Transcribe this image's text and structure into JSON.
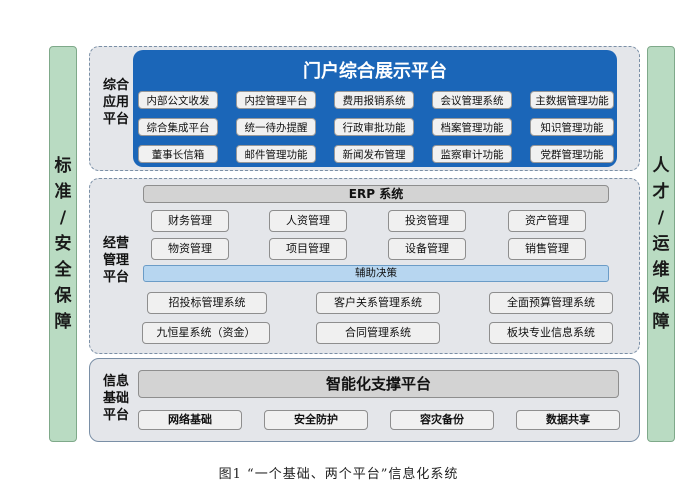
{
  "left_bar": {
    "chars": [
      "标",
      "准",
      "/",
      "安",
      "全",
      "保",
      "障"
    ]
  },
  "right_bar": {
    "chars": [
      "人",
      "才",
      "/",
      "运",
      "维",
      "保",
      "障"
    ]
  },
  "app_platform": {
    "label_lines": [
      "综合",
      "应用",
      "平台"
    ],
    "portal_title": "门户综合展示平台",
    "rows": [
      [
        "内部公文收发",
        "内控管理平台",
        "费用报销系统",
        "会议管理系统",
        "主数据管理功能"
      ],
      [
        "综合集成平台",
        "统一待办提醒",
        "行政审批功能",
        "档案管理功能",
        "知识管理功能"
      ],
      [
        "董事长信箱",
        "邮件管理功能",
        "新闻发布管理",
        "监察审计功能",
        "党群管理功能"
      ]
    ]
  },
  "ops_platform": {
    "label_lines": [
      "经营",
      "管理",
      "平台"
    ],
    "erp_title": "ERP 系统",
    "erp_rows": [
      [
        "财务管理",
        "人资管理",
        "投资管理",
        "资产管理"
      ],
      [
        "物资管理",
        "项目管理",
        "设备管理",
        "销售管理"
      ]
    ],
    "decision_bar": "辅助决策",
    "system_rows": [
      [
        "招投标管理系统",
        "客户关系管理系统",
        "全面预算管理系统"
      ],
      [
        "九恒星系统（资金）",
        "合同管理系统",
        "板块专业信息系统"
      ]
    ]
  },
  "info_platform": {
    "label_lines": [
      "信息",
      "基础",
      "平台"
    ],
    "support_title": "智能化支撑平台",
    "items": [
      "网络基础",
      "安全防护",
      "容灾备份",
      "数据共享"
    ]
  },
  "caption": "图1  “一个基础、两个平台”信息化系统"
}
